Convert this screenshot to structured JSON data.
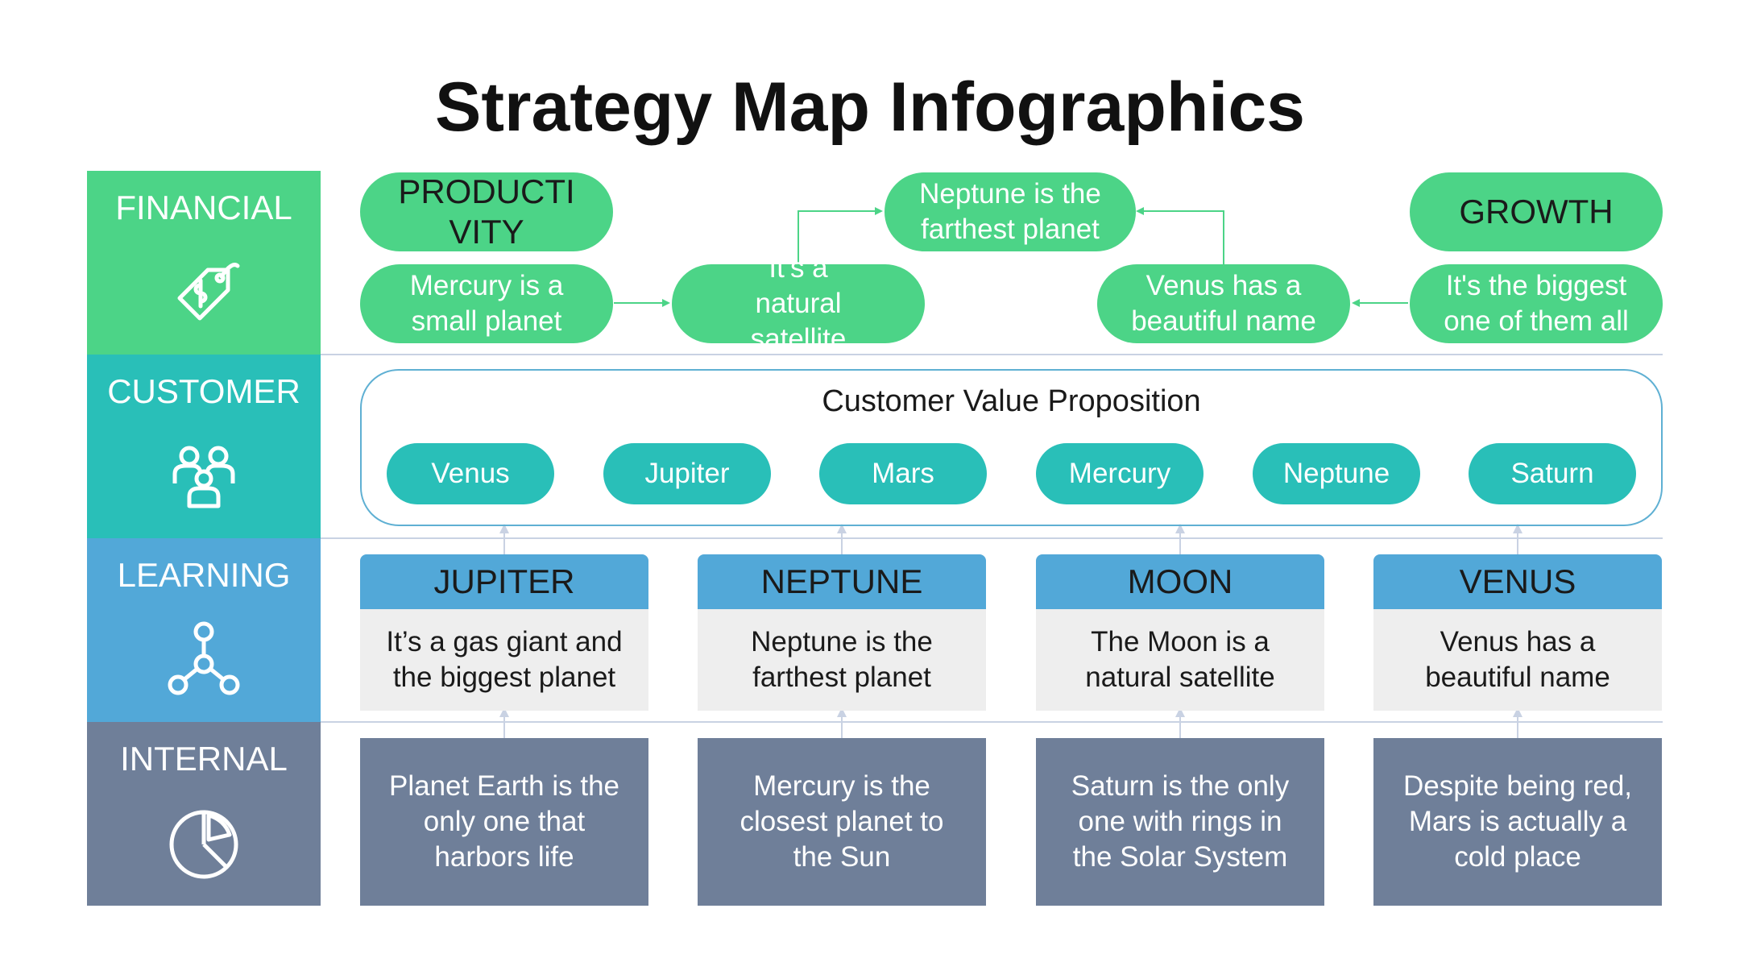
{
  "title": "Strategy Map Infographics",
  "colors": {
    "financial": "#4cd487",
    "customer": "#29bfb8",
    "learning": "#52a8d8",
    "internal": "#6f7f99",
    "arrow": "#4cd487",
    "connector": "#c9d2e3"
  },
  "perspectives": [
    {
      "label": "FINANCIAL",
      "icon": "price-tag-icon"
    },
    {
      "label": "CUSTOMER",
      "icon": "people-group-icon"
    },
    {
      "label": "LEARNING",
      "icon": "network-nodes-icon"
    },
    {
      "label": "INTERNAL",
      "icon": "pie-chart-icon"
    }
  ],
  "financial": {
    "productivity": "PRODUCTI VITY",
    "growth": "GROWTH",
    "mercury": "Mercury is a small planet",
    "satellite": "It’s a natural satellite",
    "neptune": "Neptune is the farthest planet",
    "venus": "Venus has a beautiful name",
    "biggest": "It's the biggest one of them all"
  },
  "customer": {
    "title": "Customer Value Proposition",
    "items": [
      "Venus",
      "Jupiter",
      "Mars",
      "Mercury",
      "Neptune",
      "Saturn"
    ]
  },
  "learning": [
    {
      "title": "JUPITER",
      "text": "It’s a gas giant and the biggest planet"
    },
    {
      "title": "NEPTUNE",
      "text": "Neptune is the farthest planet"
    },
    {
      "title": "MOON",
      "text": "The Moon is a natural satellite"
    },
    {
      "title": "VENUS",
      "text": "Venus has a beautiful name"
    }
  ],
  "internal": [
    "Planet Earth is the only one that harbors life",
    "Mercury is the closest planet to the Sun",
    "Saturn is the only one with rings in the Solar System",
    "Despite being red, Mars is actually a cold place"
  ]
}
